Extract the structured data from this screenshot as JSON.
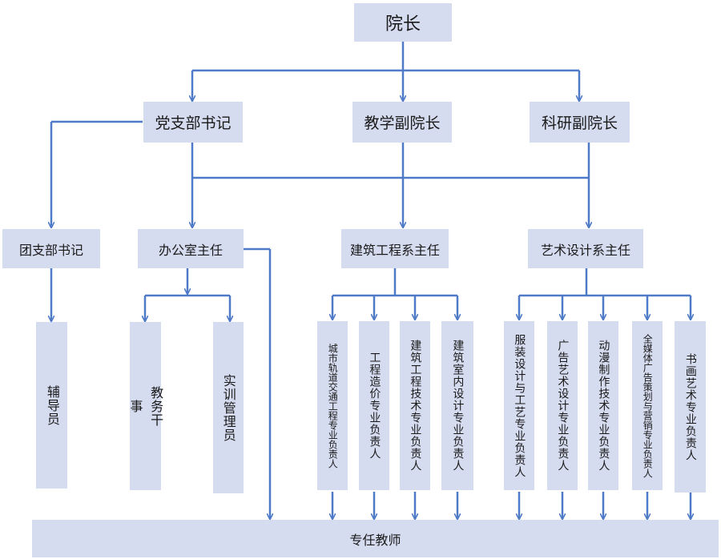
{
  "chart": {
    "nodes": {
      "dean": "院长",
      "party_secretary": "党支部书记",
      "teaching_vp": "教学副院长",
      "research_vp": "科研副院长",
      "league_secretary": "团支部书记",
      "office_director": "办公室主任",
      "architecture_director": "建筑工程系主任",
      "art_director": "艺术设计系主任",
      "counselor": "辅导员",
      "admin_officer": "教务干事",
      "lab_manager": "实训管理员",
      "rail_lead": "城市轨道交通工程专业负责人",
      "cost_lead": "工程造价专业负责人",
      "building_tech_lead": "建筑工程技术专业负责人",
      "interior_lead": "建筑室内设计专业负责人",
      "fashion_lead": "服装设计与工艺专业负责人",
      "advertising_lead": "广告艺术设计专业负责人",
      "animation_lead": "动漫制作技术专业负责人",
      "media_lead": "全媒体广告策划与营销专业负责人",
      "calligraphy_lead": "书画艺术专业负责人",
      "faculty": "专任教师"
    },
    "colors": {
      "box": "#d6dcf0",
      "line": "#4f7ac7",
      "text": "#1a1a1a"
    }
  }
}
